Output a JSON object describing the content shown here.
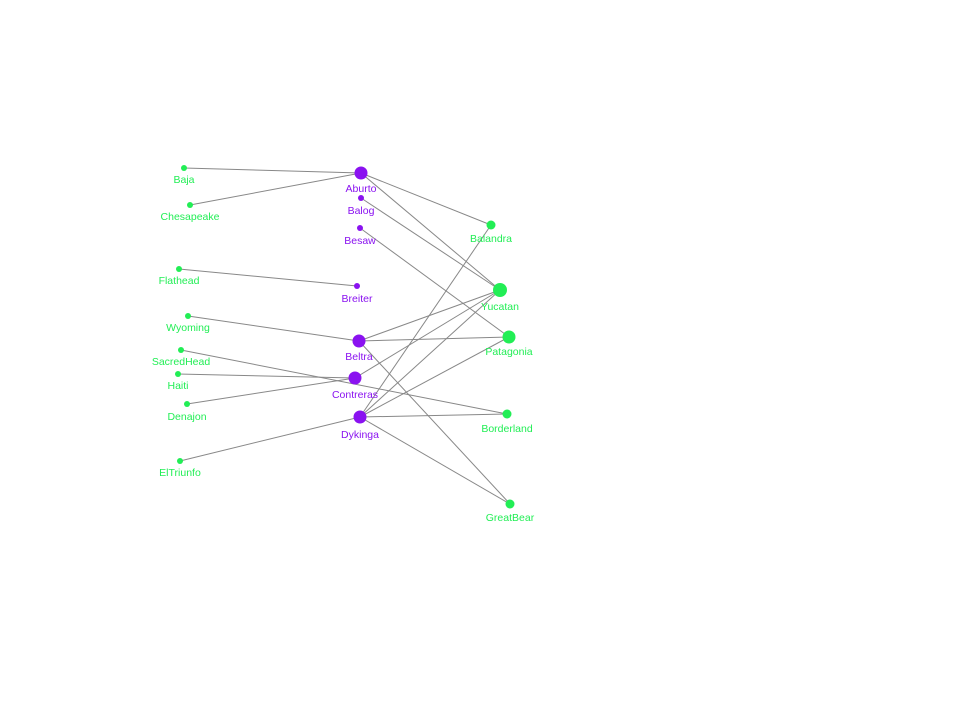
{
  "colors": {
    "group_a": "#22ee55",
    "group_b": "#8a12f0",
    "edge": "#888888"
  },
  "nodes": [
    {
      "id": "Baja",
      "label": "Baja",
      "group": "a",
      "size": "small"
    },
    {
      "id": "Chesapeake",
      "label": "Chesapeake",
      "group": "a",
      "size": "small"
    },
    {
      "id": "Flathead",
      "label": "Flathead",
      "group": "a",
      "size": "small"
    },
    {
      "id": "Wyoming",
      "label": "Wyoming",
      "group": "a",
      "size": "small"
    },
    {
      "id": "SacredHead",
      "label": "SacredHead",
      "group": "a",
      "size": "small"
    },
    {
      "id": "Haiti",
      "label": "Haiti",
      "group": "a",
      "size": "small"
    },
    {
      "id": "Denajon",
      "label": "Denajon",
      "group": "a",
      "size": "small"
    },
    {
      "id": "ElTriunfo",
      "label": "ElTriunfo",
      "group": "a",
      "size": "small"
    },
    {
      "id": "Aburto",
      "label": "Aburto",
      "group": "b",
      "size": "large"
    },
    {
      "id": "Balog",
      "label": "Balog",
      "group": "b",
      "size": "small"
    },
    {
      "id": "Besaw",
      "label": "Besaw",
      "group": "b",
      "size": "small"
    },
    {
      "id": "Breiter",
      "label": "Breiter",
      "group": "b",
      "size": "small"
    },
    {
      "id": "Beltra",
      "label": "Beltra",
      "group": "b",
      "size": "large"
    },
    {
      "id": "Contreras",
      "label": "Contreras",
      "group": "b",
      "size": "large"
    },
    {
      "id": "Dykinga",
      "label": "Dykinga",
      "group": "b",
      "size": "large"
    },
    {
      "id": "Balandra",
      "label": "Balandra",
      "group": "a",
      "size": "medium"
    },
    {
      "id": "Yucatan",
      "label": "Yucatan",
      "group": "a",
      "size": "xlarge"
    },
    {
      "id": "Patagonia",
      "label": "Patagonia",
      "group": "a",
      "size": "large"
    },
    {
      "id": "Borderland",
      "label": "Borderland",
      "group": "a",
      "size": "medium"
    },
    {
      "id": "GreatBear",
      "label": "GreatBear",
      "group": "a",
      "size": "medium"
    }
  ],
  "edges": [
    [
      "Baja",
      "Aburto"
    ],
    [
      "Chesapeake",
      "Aburto"
    ],
    [
      "Flathead",
      "Breiter"
    ],
    [
      "Wyoming",
      "Beltra"
    ],
    [
      "SacredHead",
      "Borderland"
    ],
    [
      "Haiti",
      "Contreras"
    ],
    [
      "Denajon",
      "Contreras"
    ],
    [
      "ElTriunfo",
      "Dykinga"
    ],
    [
      "Aburto",
      "Balandra"
    ],
    [
      "Aburto",
      "Yucatan"
    ],
    [
      "Balog",
      "Yucatan"
    ],
    [
      "Besaw",
      "Patagonia"
    ],
    [
      "Beltra",
      "Yucatan"
    ],
    [
      "Beltra",
      "Patagonia"
    ],
    [
      "Beltra",
      "GreatBear"
    ],
    [
      "Contreras",
      "Yucatan"
    ],
    [
      "Dykinga",
      "Balandra"
    ],
    [
      "Dykinga",
      "Yucatan"
    ],
    [
      "Dykinga",
      "Patagonia"
    ],
    [
      "Dykinga",
      "Borderland"
    ],
    [
      "Dykinga",
      "GreatBear"
    ]
  ]
}
